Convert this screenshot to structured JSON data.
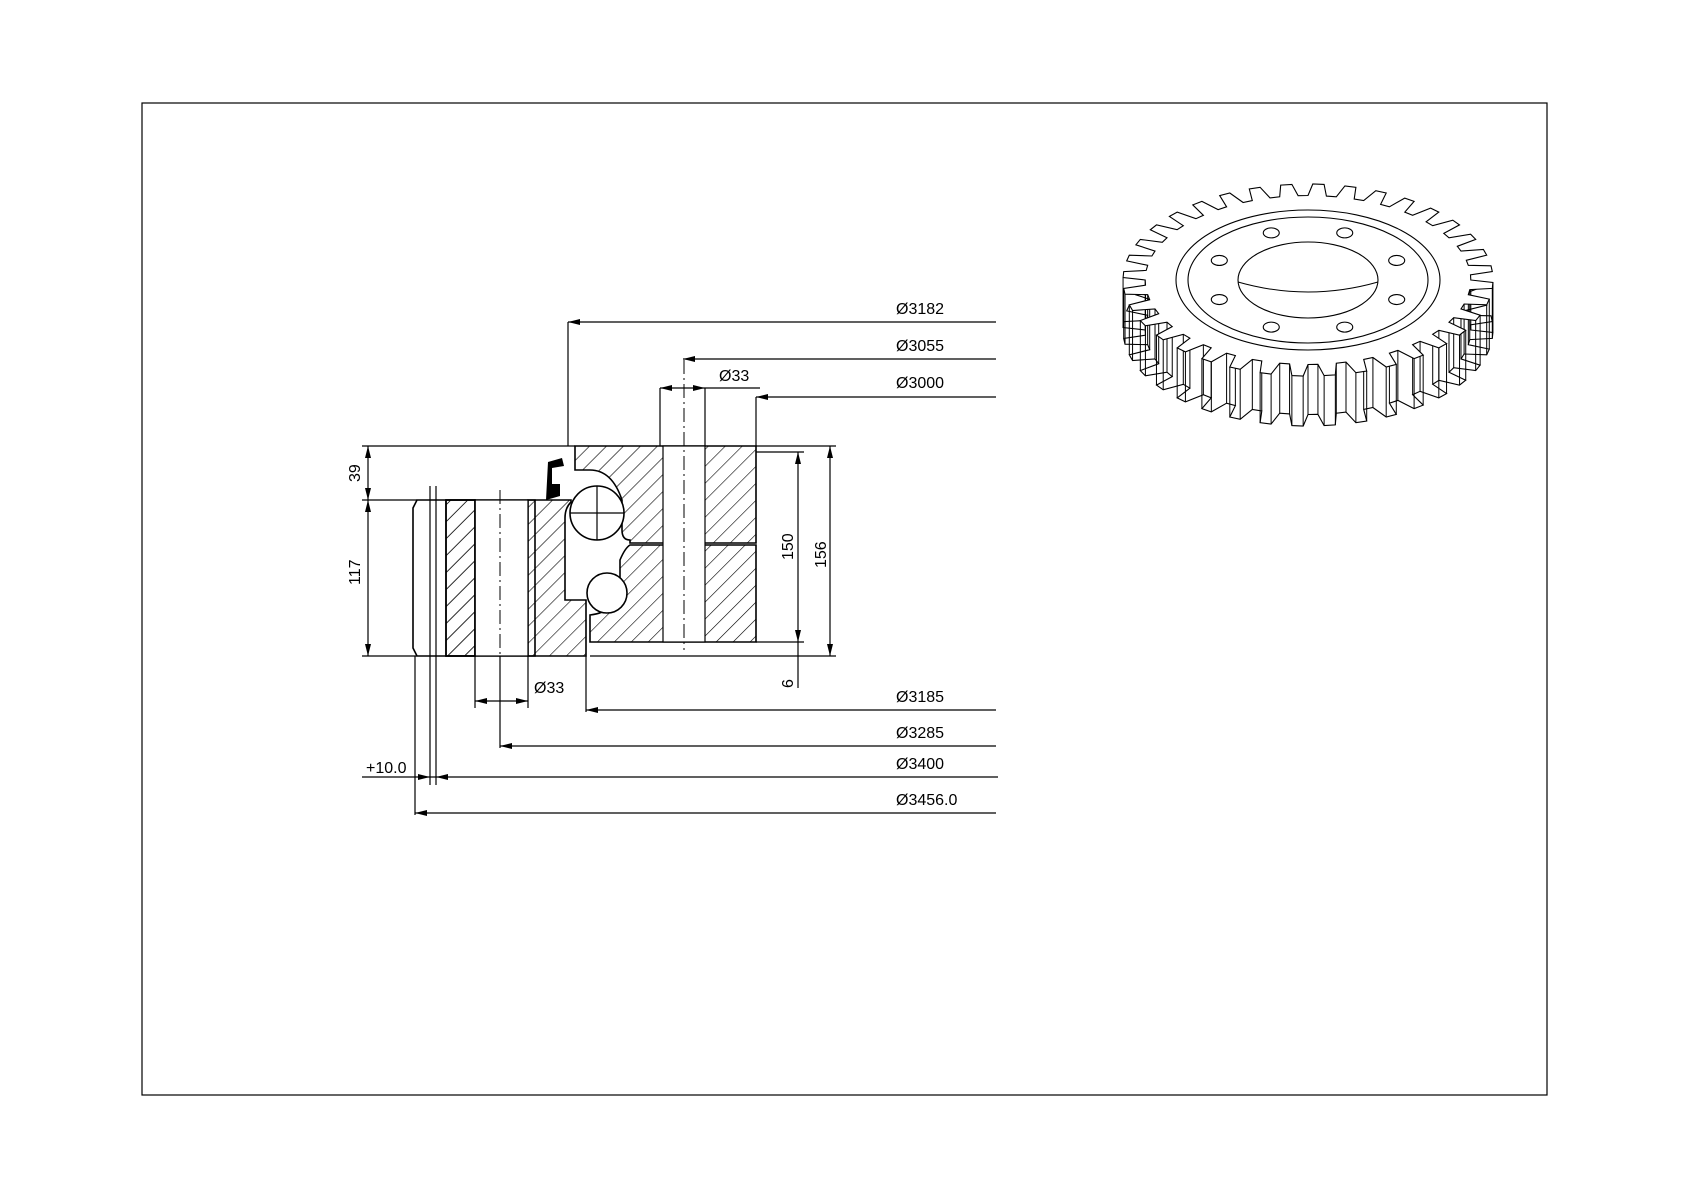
{
  "drawing": {
    "dimensions": {
      "d3182": "Ø3182",
      "d3055": "Ø3055",
      "d33_top": "Ø33",
      "d3000": "Ø3000",
      "h39": "39",
      "h117": "117",
      "h150": "150",
      "h156": "156",
      "h6": "6",
      "d33_bottom": "Ø33",
      "d3185": "Ø3185",
      "d3285": "Ø3285",
      "offset": "+10.0",
      "d3400": "Ø3400",
      "d3456": "Ø3456.0"
    },
    "gear_teeth": 36,
    "gear_holes": 8
  }
}
